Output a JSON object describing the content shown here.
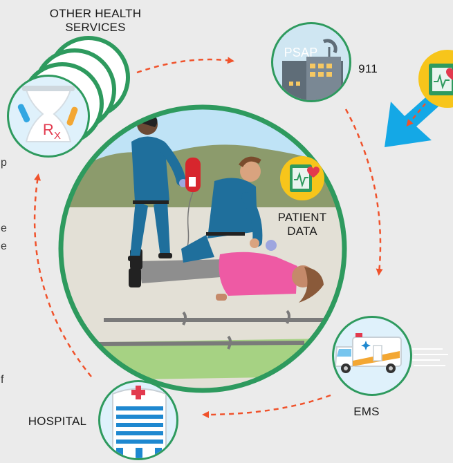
{
  "labels": {
    "other_health_line1": "OTHER HEALTH",
    "other_health_line2": "SERVICES",
    "psap": "PSAP",
    "num_911": "911",
    "patient_data_line1": "PATIENT",
    "patient_data_line2": "DATA",
    "ems": "EMS",
    "hospital": "HOSPITAL",
    "rx_r": "R",
    "rx_x": "X"
  },
  "edge_fragments": [
    "p",
    "e",
    "e",
    "f"
  ],
  "colors": {
    "background": "#ebebeb",
    "ring_green": "#2e9a5e",
    "arrow_orange": "#f0522b",
    "inflow_blue": "#14a8e6",
    "badge_yellow": "#f7c51b",
    "uniform_teal": "#1f6f9c",
    "shirt_pink": "#ee5aa4"
  },
  "icons": {
    "other_services": "pharmacy-mortar-icon",
    "psap": "building-antenna-icon",
    "patient_data": "health-record-heart-icon",
    "ems": "ambulance-icon",
    "hospital": "hospital-building-icon"
  }
}
